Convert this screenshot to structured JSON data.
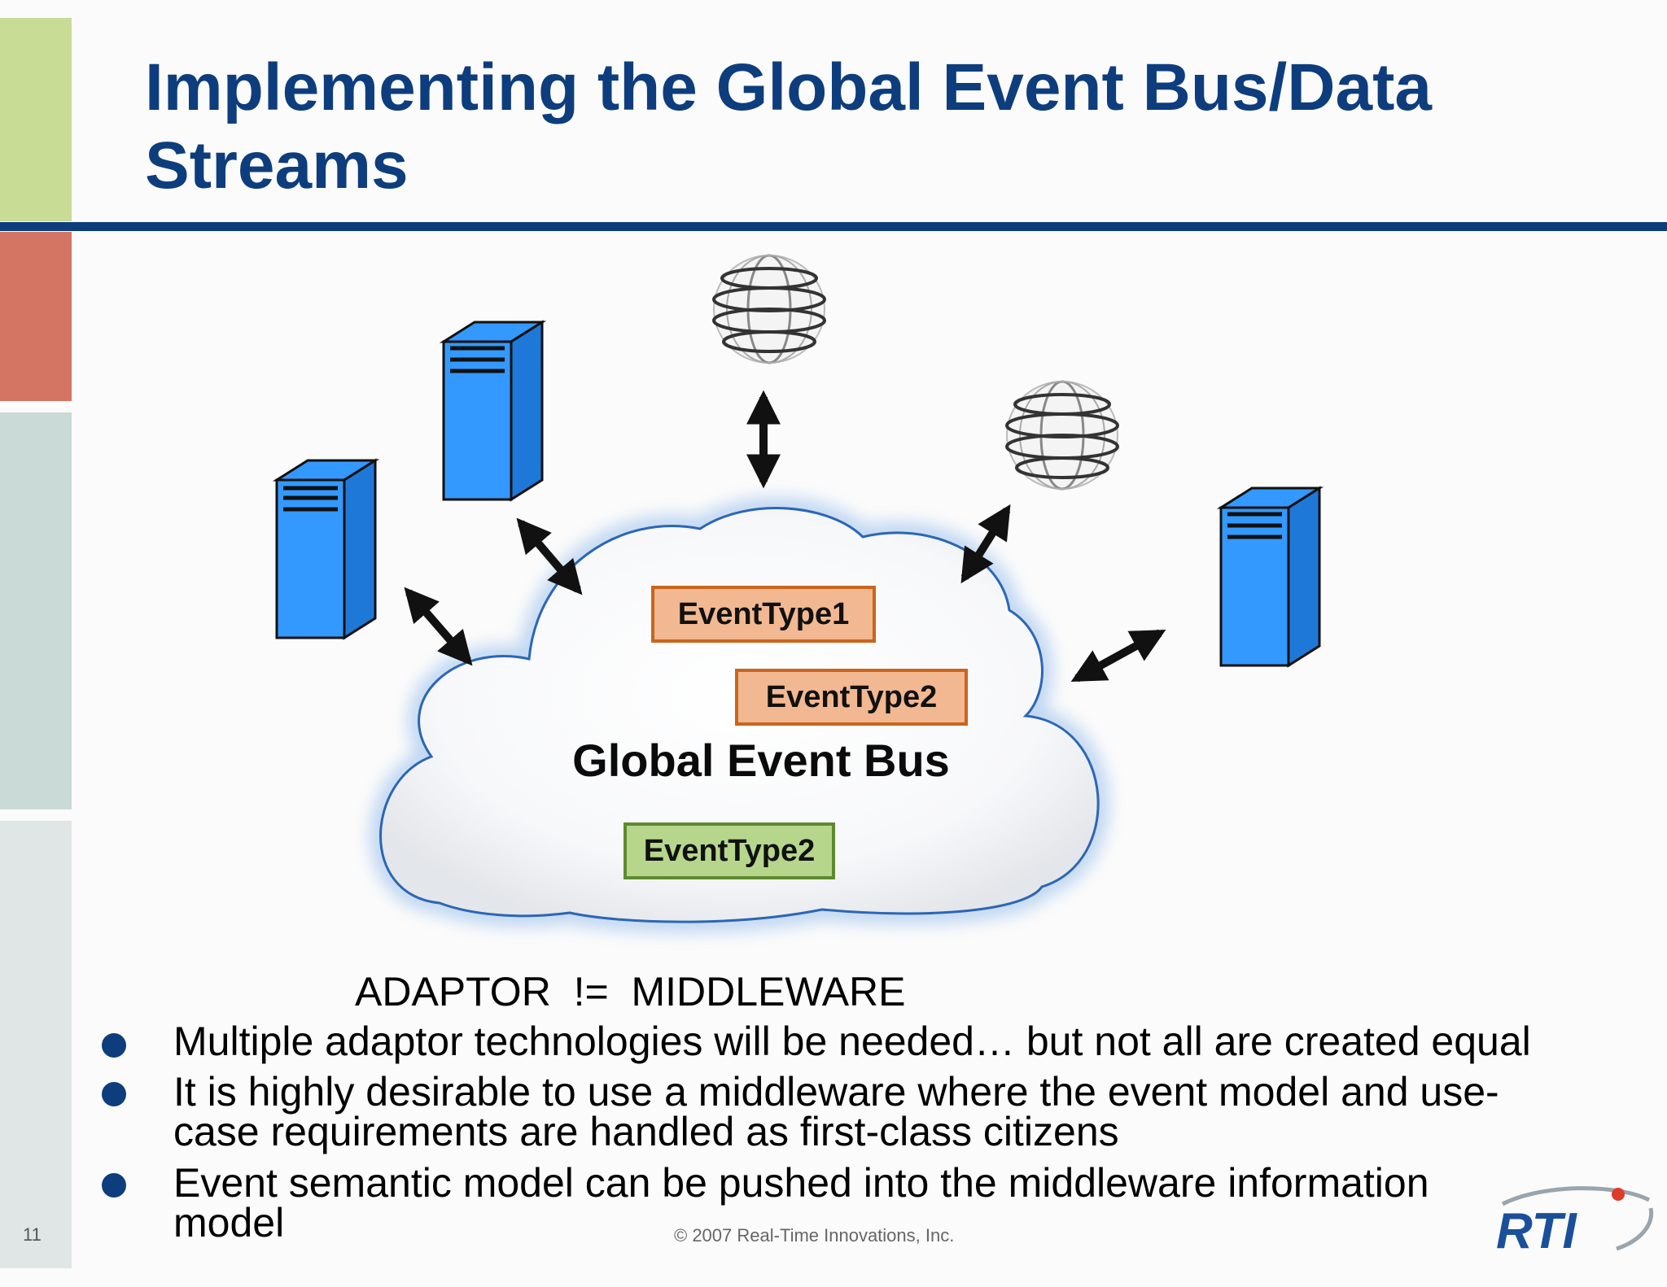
{
  "slide": {
    "title": "Implementing the Global Event Bus/Data Streams",
    "page_number": "11",
    "copyright": "© 2007 Real-Time Innovations, Inc.",
    "logo_text": "RTI"
  },
  "diagram": {
    "bus_label": "Global Event Bus",
    "event_boxes": [
      "EventType1",
      "EventType2",
      "EventType2"
    ],
    "colors": {
      "server": "#3399ff",
      "event_box_orange": "#f2b891",
      "event_box_orange_border": "#c9651e",
      "event_box_green": "#b6d68c",
      "event_box_green_border": "#5e8a2e",
      "title_blue": "#0d3d7d"
    },
    "icons": [
      "server-icon",
      "server-icon",
      "server-icon",
      "globe-icon",
      "globe-icon",
      "double-arrow-icon"
    ]
  },
  "body": {
    "adaptor_line": "ADAPTOR  !=  MIDDLEWARE",
    "bullets": [
      "Multiple adaptor technologies will be needed… but not all are created equal",
      "It is highly desirable to use a middleware where the event model and use-case requirements are handled as first-class citizens",
      "Event semantic model can be pushed into the middleware information model"
    ]
  }
}
